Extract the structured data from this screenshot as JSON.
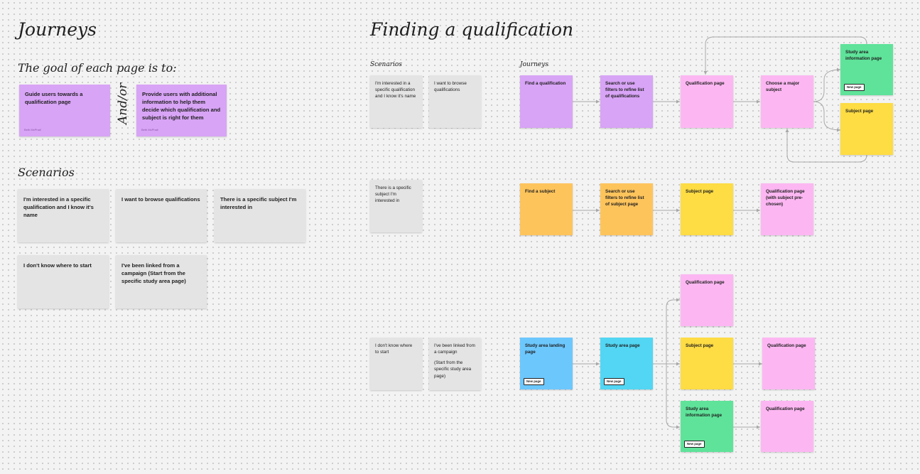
{
  "left": {
    "title": "Journeys",
    "goal_heading": "The goal of each page is to:",
    "goal_note_1": "Guide users towards a qualification page",
    "goal_note_1_author": "Beth McPhail",
    "and_or": "And/or",
    "goal_note_2": "Provide users with additional information to help them decide which qualification and subject is right for them",
    "goal_note_2_author": "Beth McPhail",
    "scenarios_heading": "Scenarios",
    "scenarios": [
      "I'm interested in a specific qualification and I know it's name",
      "I want to browse qualifications",
      "There is a specific subject I'm interested in",
      "I don't know where to start",
      "I've been linked from a campaign (Start from the specific study area page)"
    ]
  },
  "right": {
    "title": "Finding a qualification",
    "scenarios_heading": "Scenarios",
    "journeys_heading": "Journeys",
    "row1": {
      "scenario_1": "I'm interested in a specific qualification and I know it's name",
      "scenario_2": "I want to browse qualifications",
      "step_1": "Find a qualification",
      "step_2": "Search or use filters to refine list of qualifications",
      "step_3": "Qualification page",
      "step_4": "Choose a major subject",
      "step_5a": "Study area information page",
      "step_5a_tag": "New page",
      "step_5b": "Subject page"
    },
    "row2": {
      "scenario_1": "There is a specific subject I'm interested in",
      "step_1": "Find a subject",
      "step_2": "Search or use filters to refine list of subject page",
      "step_3": "Subject page",
      "step_4": "Qualification page (with subject pre-chosen)"
    },
    "row3": {
      "scenario_1": "I don't know where to start",
      "scenario_2_line1": "I've been linked from a campaign",
      "scenario_2_line2": "(Start from the specific study area page)",
      "step_1": "Study area landing page",
      "step_1_tag": "New page",
      "step_2": "Study area page",
      "step_2_tag": "New page",
      "branch_top": "Qualification page",
      "branch_mid": "Subject page",
      "branch_mid_next": "Qualification page",
      "branch_bottom": "Study area information page",
      "branch_bottom_tag": "New page",
      "branch_bottom_next": "Qualification page"
    }
  }
}
